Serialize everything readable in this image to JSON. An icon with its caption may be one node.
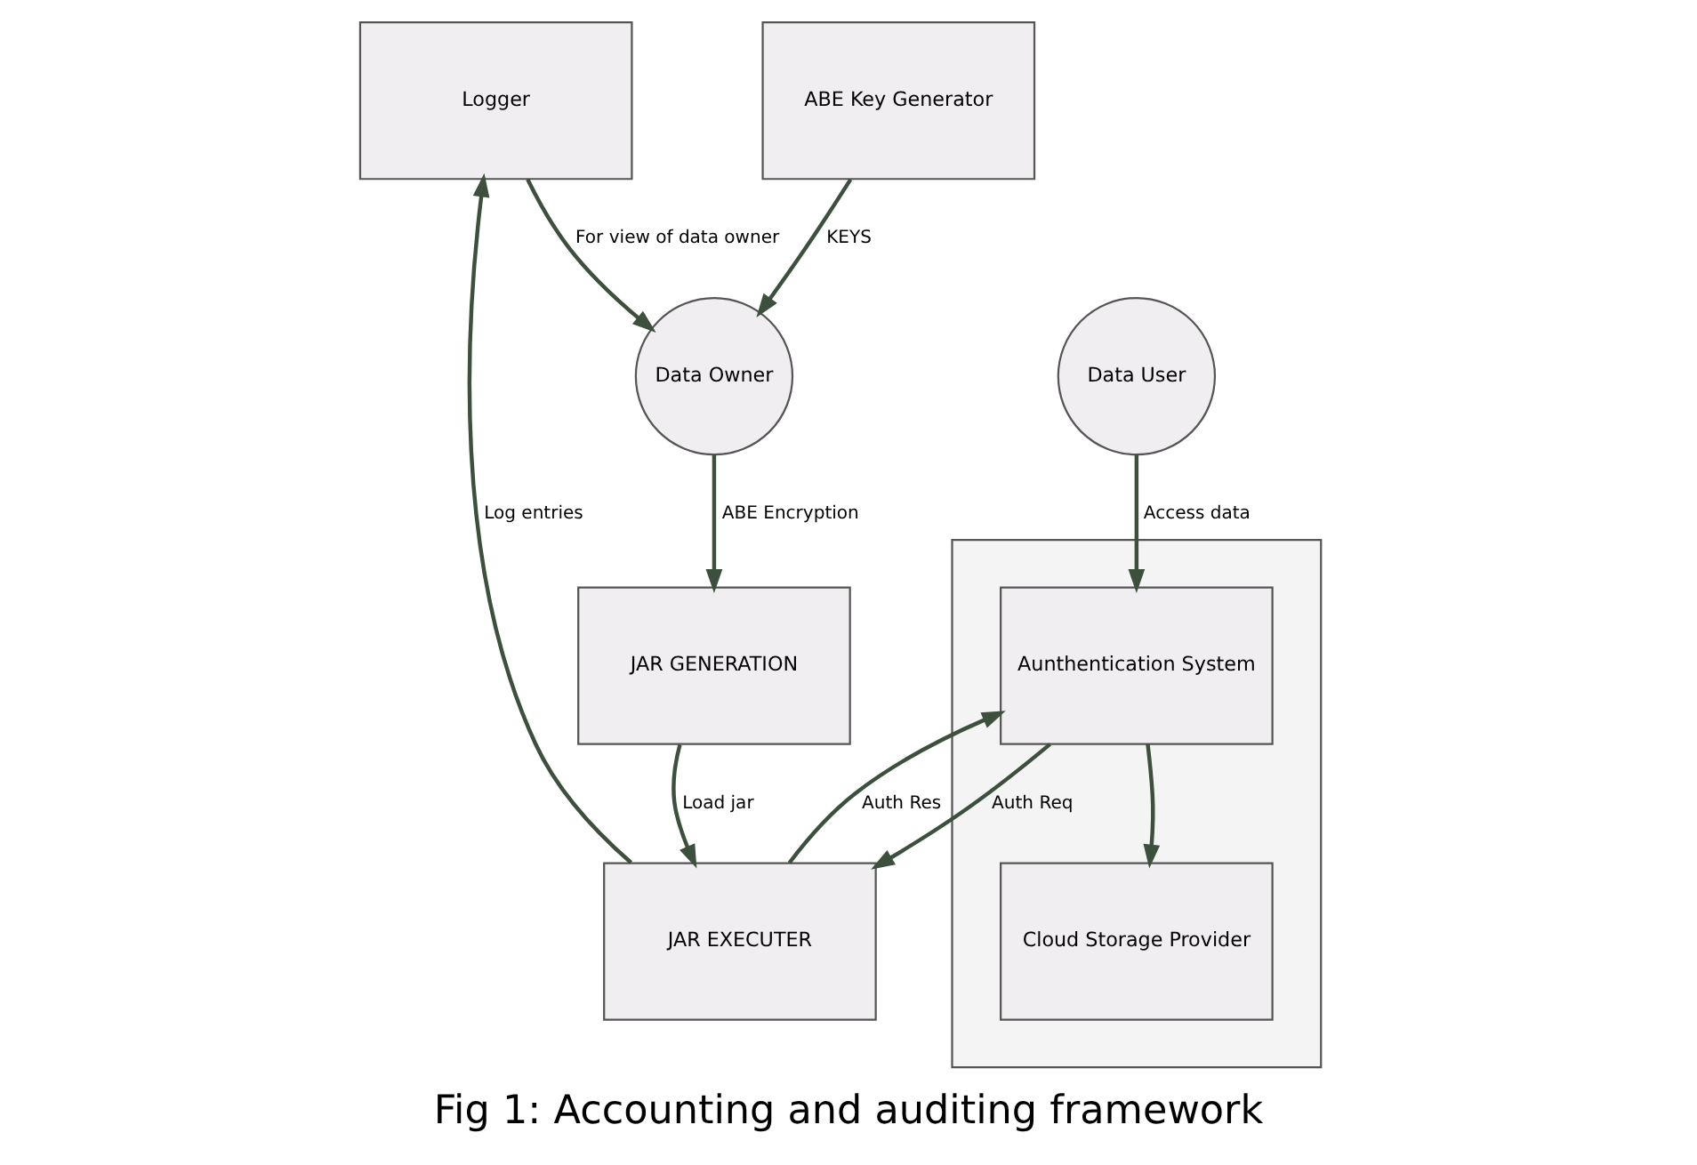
{
  "diagram": {
    "caption": "Fig 1: Accounting and auditing framework",
    "nodes": [
      {
        "text": [
          "Logger"
        ]
      },
      {
        "text": [
          "ABE Key Generator"
        ]
      },
      {
        "text": [
          "Data Owner"
        ]
      },
      {
        "text": [
          "JAR EXECUTER"
        ]
      },
      {
        "text": [
          "JAR GENERATION"
        ]
      },
      {
        "text": [],
        "shape": "box"
      },
      {
        "text": [
          "Cloud Storage Provider"
        ],
        "in": 5
      },
      {
        "text": [
          "Aunthentication System"
        ],
        "in": 5
      },
      {
        "text": [
          "Data User"
        ]
      }
    ],
    "edges": [
      {
        "from": 0,
        "to": 2,
        "arrow": "to",
        "label": "For view of data owner"
      },
      {
        "from": 1,
        "to": 2,
        "arrow": "to",
        "label": "KEYS"
      },
      {
        "from": 2,
        "to": 4,
        "arrow": "to",
        "label": "ABE Encryption"
      },
      {
        "from": 4,
        "to": 3,
        "arrow": "to",
        "label": "Load jar"
      },
      {
        "from": 3,
        "to": 0,
        "arrow": "to",
        "label": "Log entries"
      },
      {
        "from": 3,
        "to": 7,
        "arrow": "to",
        "label": "Auth Res"
      },
      {
        "from": 7,
        "to": 3,
        "arrow": "to",
        "label": "Auth Req"
      },
      {
        "from": 7,
        "to": 6,
        "arrow": "to"
      },
      {
        "from": 8,
        "to": 7,
        "arrow": "to",
        "label": "Access data"
      }
    ]
  }
}
